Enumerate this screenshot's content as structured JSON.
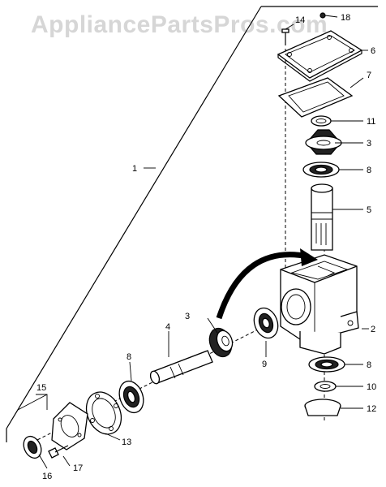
{
  "watermark": "AppliancePartsPros.com",
  "callouts": {
    "c1": "1",
    "c2": "2",
    "c3a": "3",
    "c3b": "3",
    "c4": "4",
    "c5": "5",
    "c6": "6",
    "c7": "7",
    "c8a": "8",
    "c8b": "8",
    "c8c": "8",
    "c9": "9",
    "c10": "10",
    "c11": "11",
    "c12": "12",
    "c13": "13",
    "c14": "14",
    "c15": "15",
    "c16": "16",
    "c17": "17",
    "c18": "18"
  }
}
